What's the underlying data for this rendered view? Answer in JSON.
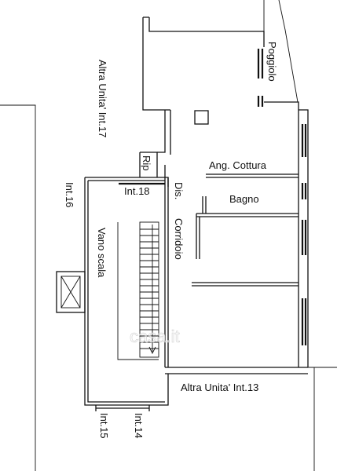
{
  "rooms": {
    "poggiolo": "Poggiolo",
    "altra_unita_17": "Altra Unita' Int.17",
    "rip": "Rip",
    "ang_cottura": "Ang. Cottura",
    "int_18": "Int.18",
    "dis": "Dis.",
    "corridoio": "Corridoio",
    "bagno": "Bagno",
    "int_16": "Int.16",
    "vano_scala": "Vano scala",
    "altra_unita_13": "Altra Unita' Int.13",
    "int_15": "Int.15",
    "int_14": "Int.14"
  },
  "watermark": "casa.it"
}
